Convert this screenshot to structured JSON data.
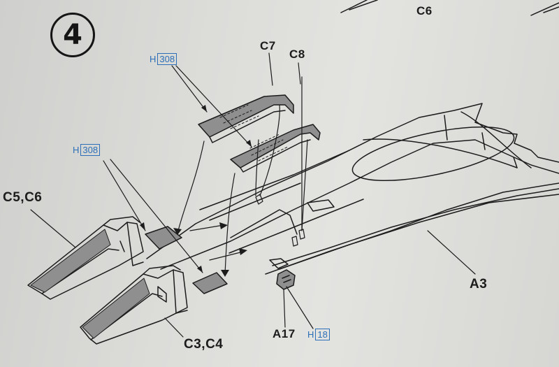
{
  "step": {
    "number": "4"
  },
  "parts": {
    "top_c6": "C6",
    "c7": "C7",
    "c8": "C8",
    "c5_c6": "C5,C6",
    "c3_c4": "C3,C4",
    "a3": "A3",
    "a17": "A17"
  },
  "paint_refs": [
    {
      "prefix": "H",
      "code": "308"
    },
    {
      "prefix": "H",
      "code": "308"
    },
    {
      "prefix": "H",
      "code": "18"
    }
  ],
  "colors": {
    "paint_ref": "#2c6fb8",
    "line_art": "#1c1c1c",
    "part_fill": "#8f8f8f"
  }
}
